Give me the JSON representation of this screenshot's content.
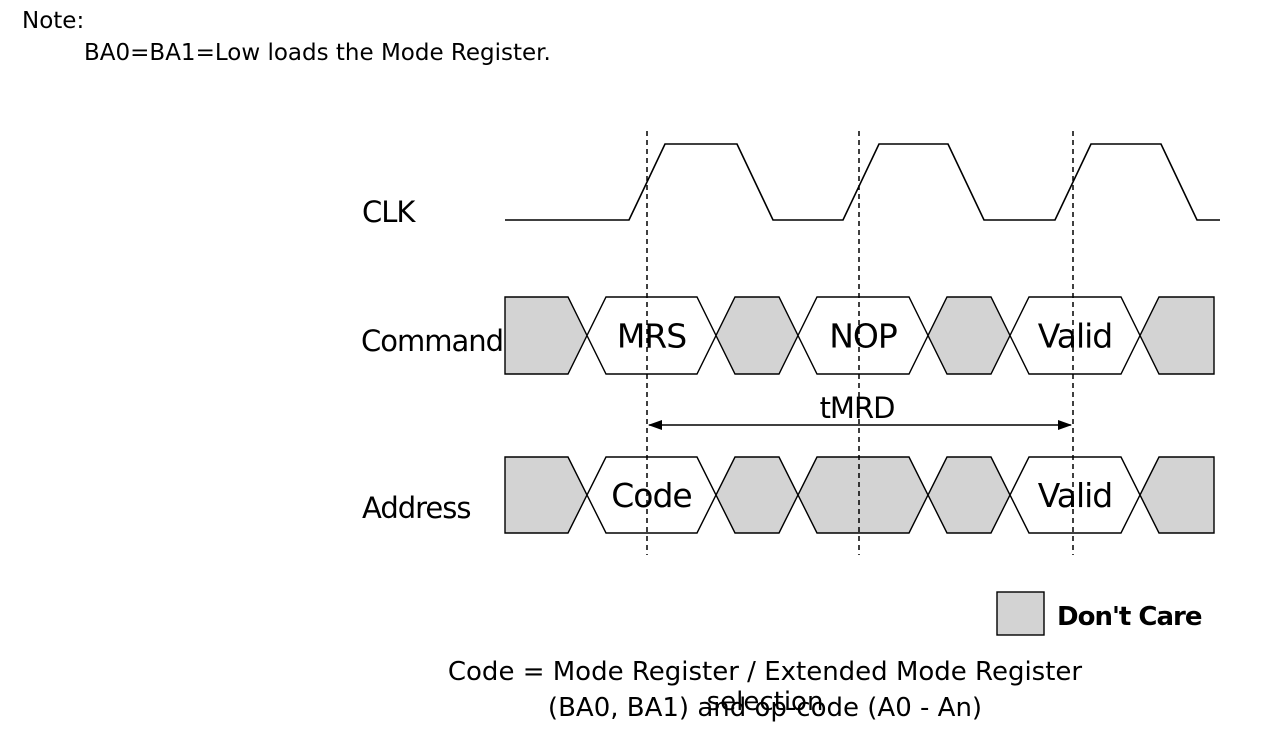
{
  "note": {
    "title": "Note:",
    "text": "BA0=BA1=Low loads the Mode Register."
  },
  "signals": {
    "clk": "CLK",
    "command": "Command",
    "address": "Address"
  },
  "command_cells": [
    {
      "label": "",
      "dont_care": true
    },
    {
      "label": "MRS",
      "dont_care": false
    },
    {
      "label": "",
      "dont_care": true
    },
    {
      "label": "NOP",
      "dont_care": false
    },
    {
      "label": "",
      "dont_care": true
    },
    {
      "label": "Valid",
      "dont_care": false
    },
    {
      "label": "",
      "dont_care": true
    }
  ],
  "address_cells": [
    {
      "label": "",
      "dont_care": true
    },
    {
      "label": "Code",
      "dont_care": false
    },
    {
      "label": "",
      "dont_care": true
    },
    {
      "label": "",
      "dont_care": true
    },
    {
      "label": "",
      "dont_care": true
    },
    {
      "label": "Valid",
      "dont_care": false
    },
    {
      "label": "",
      "dont_care": true
    }
  ],
  "timing": {
    "label": "tMRD"
  },
  "legend": {
    "label": "Don't Care",
    "color": "#d3d3d3"
  },
  "footnote": {
    "line1": "Code = Mode Register / Extended Mode Register selection",
    "line2": "(BA0, BA1) and op-code (A0 - An)"
  },
  "colors": {
    "dont_care_fill": "#d3d3d3",
    "line": "#000000"
  }
}
